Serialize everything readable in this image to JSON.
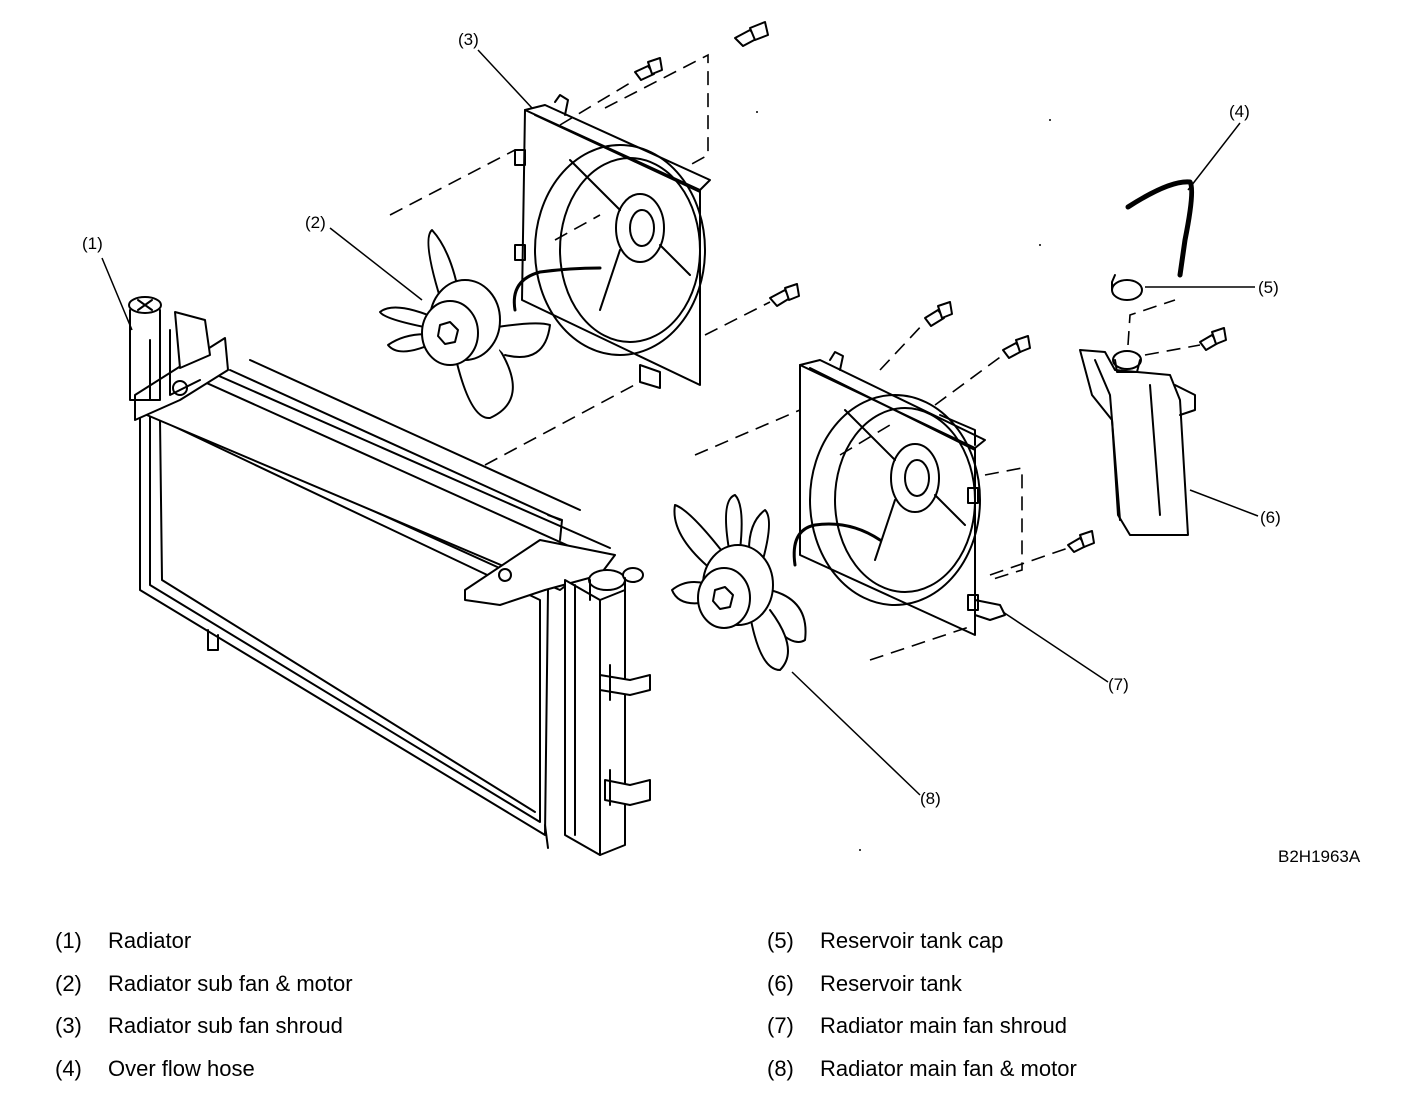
{
  "figure_code": "B2H1963A",
  "callouts": [
    "(1)",
    "(2)",
    "(3)",
    "(4)",
    "(5)",
    "(6)",
    "(7)",
    "(8)"
  ],
  "legend": {
    "left": [
      {
        "num": "(1)",
        "label": "Radiator"
      },
      {
        "num": "(2)",
        "label": "Radiator sub fan & motor"
      },
      {
        "num": "(3)",
        "label": "Radiator sub fan shroud"
      },
      {
        "num": "(4)",
        "label": "Over flow hose"
      }
    ],
    "right": [
      {
        "num": "(5)",
        "label": "Reservoir tank cap"
      },
      {
        "num": "(6)",
        "label": "Reservoir tank"
      },
      {
        "num": "(7)",
        "label": "Radiator main fan shroud"
      },
      {
        "num": "(8)",
        "label": "Radiator main fan & motor"
      }
    ]
  }
}
